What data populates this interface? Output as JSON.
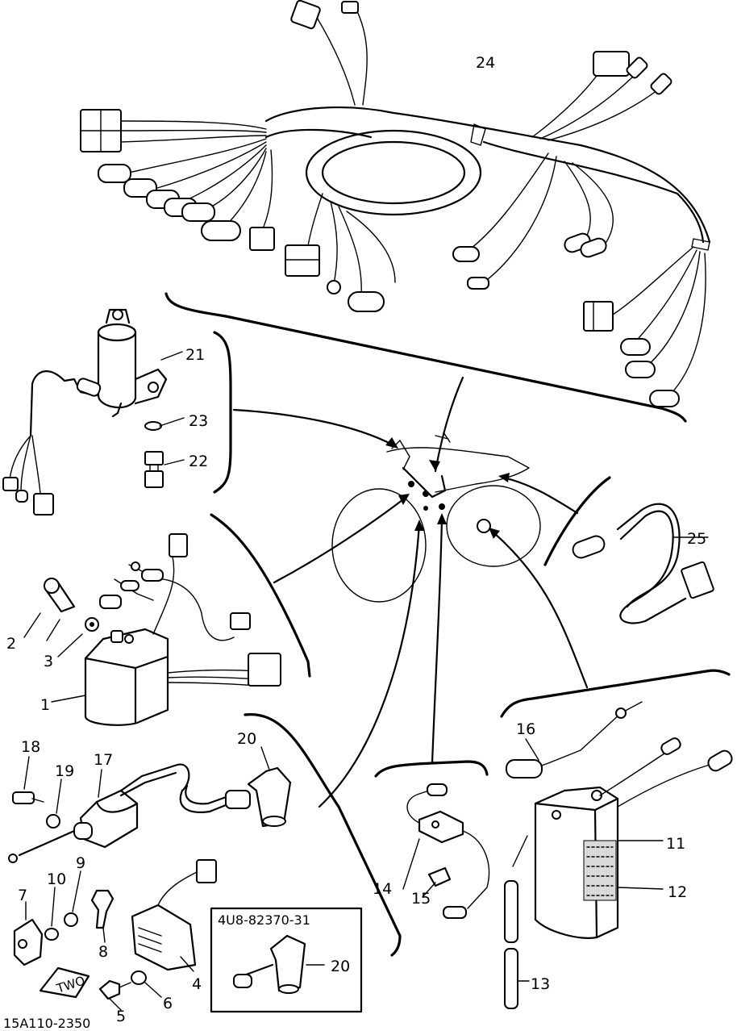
{
  "callouts": {
    "c1": "1",
    "c2": "2",
    "c3": "3",
    "c4": "4",
    "c5": "5",
    "c6": "6",
    "c7": "7",
    "c8": "8",
    "c9": "9",
    "c10": "10",
    "c11": "11",
    "c12": "12",
    "c13": "13",
    "c14": "14",
    "c15": "15",
    "c16": "16",
    "c17": "17",
    "c18": "18",
    "c19": "19",
    "c20": "20",
    "c20b": "20",
    "c21": "21",
    "c22": "22",
    "c23": "23",
    "c24": "24",
    "c25": "25"
  },
  "inset_part_number": "4U8-82370-31",
  "figure_code": "15A110-2350",
  "coil_label": "TWO"
}
